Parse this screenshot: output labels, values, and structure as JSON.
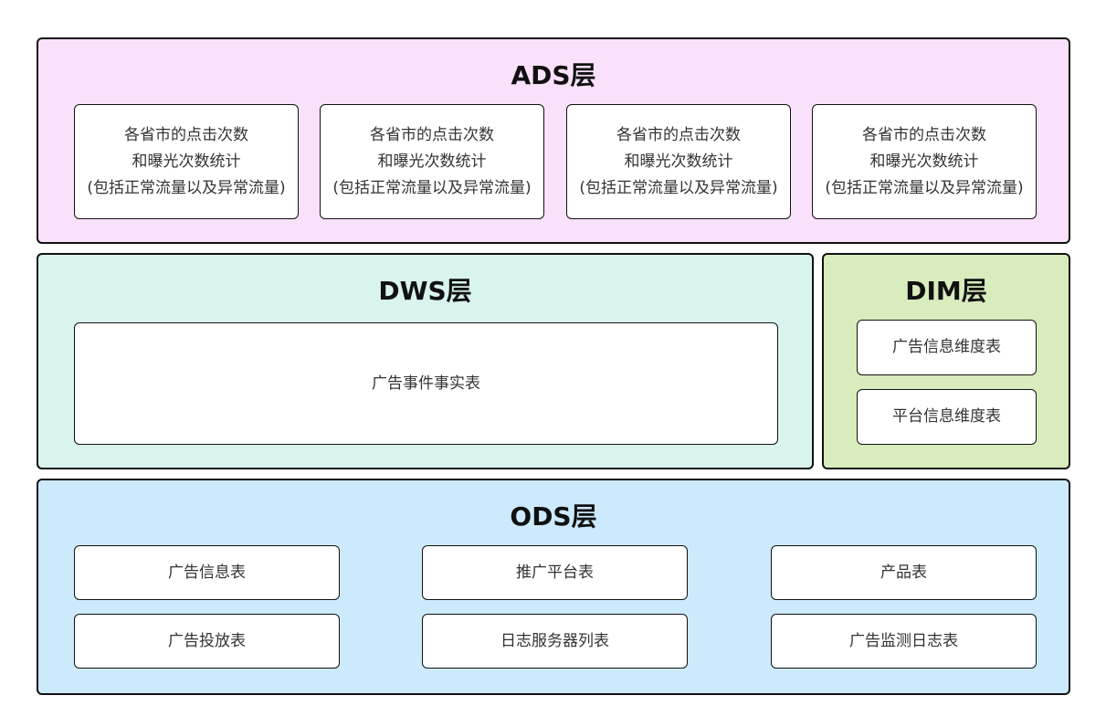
{
  "ads": {
    "title": "ADS层",
    "boxes": [
      {
        "line1": "各省市的点击次数",
        "line2": "和曝光次数统计",
        "line3": "(包括正常流量以及异常流量)"
      },
      {
        "line1": "各省市的点击次数",
        "line2": "和曝光次数统计",
        "line3": "(包括正常流量以及异常流量)"
      },
      {
        "line1": "各省市的点击次数",
        "line2": "和曝光次数统计",
        "line3": "(包括正常流量以及异常流量)"
      },
      {
        "line1": "各省市的点击次数",
        "line2": "和曝光次数统计",
        "line3": "(包括正常流量以及异常流量)"
      }
    ]
  },
  "dws": {
    "title": "DWS层",
    "boxes": [
      {
        "label": "广告事件事实表"
      }
    ]
  },
  "dim": {
    "title": "DIM层",
    "boxes": [
      {
        "label": "广告信息维度表"
      },
      {
        "label": "平台信息维度表"
      }
    ]
  },
  "ods": {
    "title": "ODS层",
    "boxes": [
      {
        "label": "广告信息表"
      },
      {
        "label": "推广平台表"
      },
      {
        "label": "产品表"
      },
      {
        "label": "广告投放表"
      },
      {
        "label": "日志服务器列表"
      },
      {
        "label": "广告监测日志表"
      }
    ]
  },
  "colors": {
    "ads_bg": "#fae1fb",
    "dws_bg": "#d9f3ee",
    "dim_bg": "#d8ecbe",
    "ods_bg": "#cdeafd",
    "border": "#111111"
  }
}
